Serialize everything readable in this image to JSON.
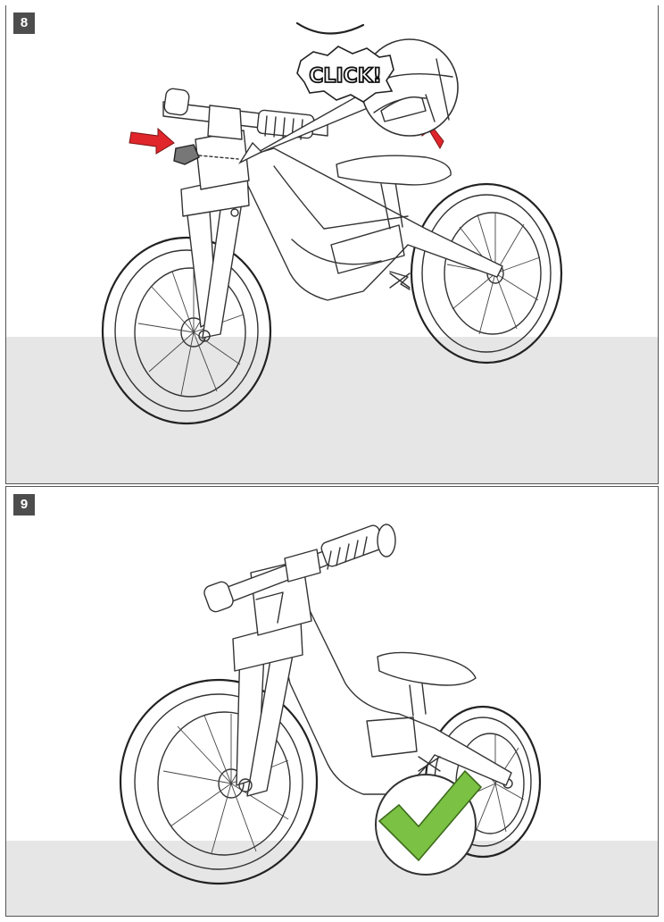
{
  "steps": [
    {
      "number": "8"
    },
    {
      "number": "9"
    }
  ],
  "callout": {
    "text": "CLICK!"
  },
  "colors": {
    "arrow": "#e0262b",
    "check": "#7bc144",
    "badge": "#4d4d4d",
    "floor": "#e6e6e6"
  }
}
